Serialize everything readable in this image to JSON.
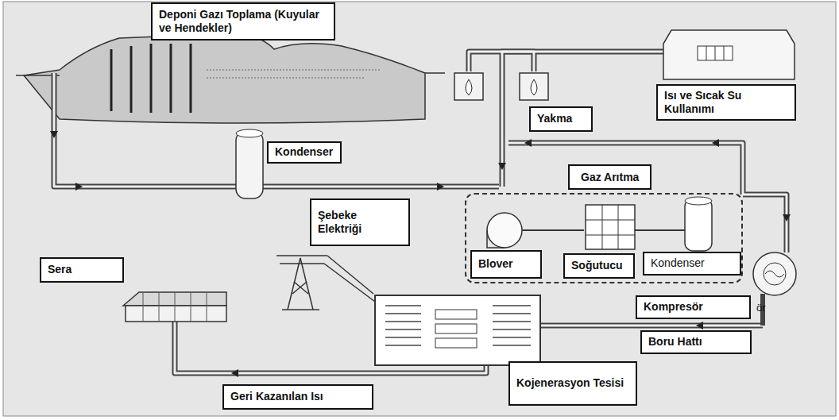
{
  "diagram": {
    "nodes": [
      {
        "text": [
          "Deponi Gazı Toplama (Kuyular ve Hendekler)"
        ]
      },
      {
        "text": [
          "Yakma"
        ]
      },
      {
        "text": [
          "Isı ve Sıcak Su Kullanımı"
        ]
      },
      {
        "text": [
          "Kondenser"
        ]
      },
      {
        "text": [
          "Gaz Arıtma"
        ]
      },
      {
        "text": [
          "Blover"
        ],
        "in": 4
      },
      {
        "text": [
          "Soğutucu"
        ],
        "in": 4
      },
      {
        "text": [
          "Kondenser"
        ],
        "in": 4
      },
      {
        "text": [
          "Şebeke Elektriği"
        ]
      },
      {
        "text": [
          "Sera"
        ]
      },
      {
        "text": [
          "Kompresör"
        ]
      },
      {
        "text": [
          "Boru Hattı"
        ]
      },
      {
        "text": [
          "Kojenerasyon Tesisi"
        ]
      },
      {
        "text": [
          "Geri Kazanılan Isı"
        ]
      }
    ],
    "labels": [
      "ör"
    ]
  }
}
